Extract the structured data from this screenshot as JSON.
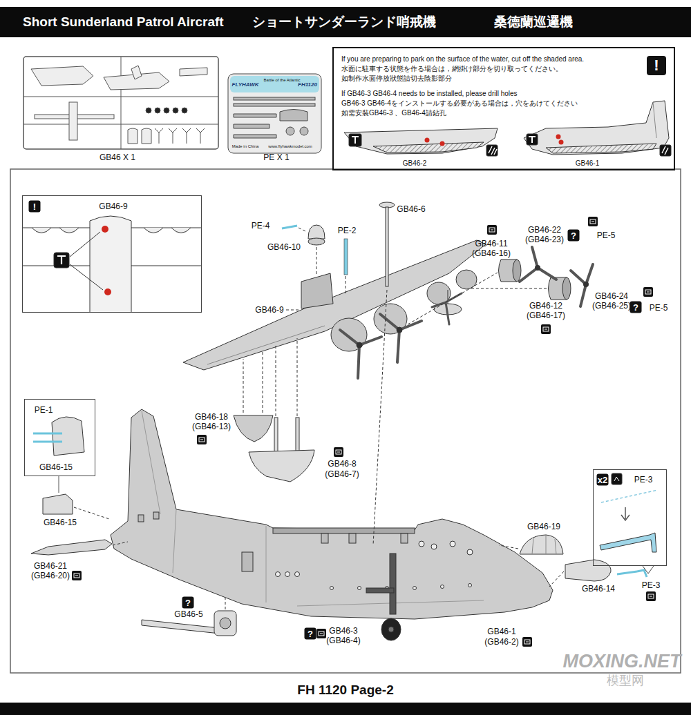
{
  "diagram": {
    "title": "Short Sunderland Patrol Aircraft",
    "caption": "FH 1120 Page-2",
    "nodes": [
      {
        "text": [
          "If you are preparing to park on the surface of the water, cut off the shaded area.",
          "水面に駐車する状態を作る場合は，網掛け部分を切り取ってください。",
          "如制作水面停放狀態請切去陰影部分",
          "If GB46-3 GB46-4 needs to be installed, please drill holes",
          "GB46-3 GB46-4をインストールする必要がある場合は，穴をあけてください",
          "如需安裝GB46-3 、GB46-4請鉆孔"
        ]
      },
      {
        "text": [
          "GB46-9"
        ]
      },
      {
        "text": [
          "PE-1",
          "GB46-15"
        ]
      },
      {
        "text": [
          "x2",
          "PE-3"
        ]
      }
    ],
    "labels": [
      "ショートサンダーランド哨戒機",
      "桑德蘭巡邏機",
      "GB46 X 1",
      "PE X 1",
      "FLYHAWK",
      "Battle of the Atlantic",
      "FH1120",
      "Made in China",
      "www.flyhawkmodel.com",
      "!",
      "GB46-2",
      "GB46-1",
      "!",
      "PE-4",
      "GB46-10",
      "PE-2",
      "GB46-6",
      "GB46-11",
      "(GB46-16)",
      "GB46-22",
      "(GB46-23)",
      "?",
      "PE-5",
      "GB46-9",
      "GB46-12",
      "(GB46-17)",
      "GB46-24",
      "(GB46-25)",
      "?",
      "PE-5",
      "GB46-18",
      "(GB46-13)",
      "GB46-8",
      "(GB46-7)",
      "GB46-15",
      "GB46-19",
      "GB46-21",
      "(GB46-20)",
      "GB46-14",
      "PE-3",
      "?",
      "GB46-5",
      "?",
      "GB46-3",
      "(GB46-4)",
      "GB46-1",
      "(GB46-2)",
      "MOXING.NET",
      "模型网"
    ]
  }
}
